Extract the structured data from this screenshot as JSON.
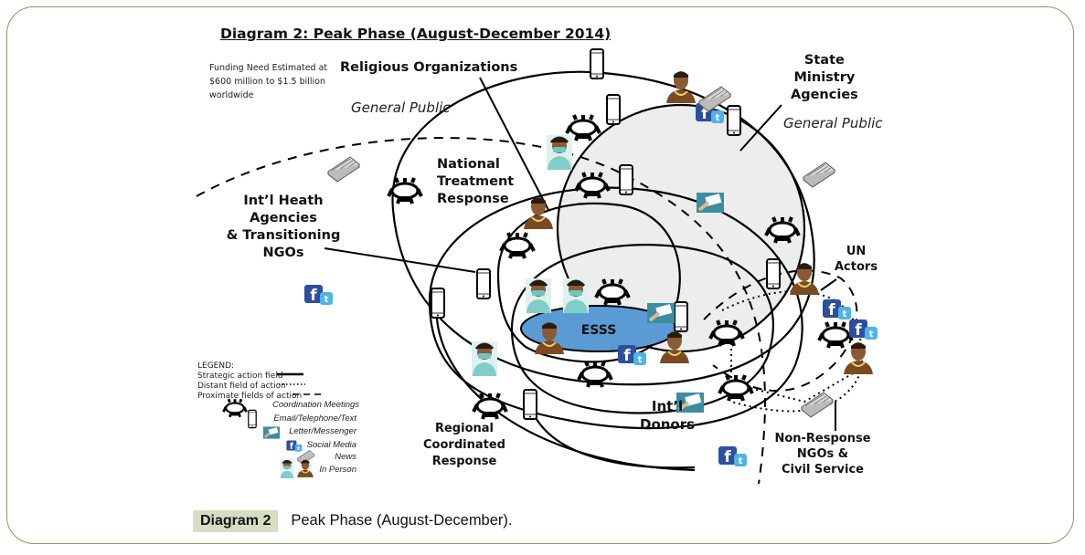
{
  "diagram": {
    "title": "Diagram 2: Peak Phase (August-December 2014)",
    "funding_note": "Funding Need Estimated at $600 million to $1.5 billion worldwide",
    "center_node": "ESSS",
    "actor_labels": {
      "religious_organizations": "Religious Organizations",
      "state_ministry": [
        "State",
        "Ministry",
        "Agencies"
      ],
      "national_treatment": [
        "National",
        "Treatment",
        "Response"
      ],
      "intl_health": [
        "Int’l Heath",
        "Agencies",
        "& Transitioning",
        "NGOs"
      ],
      "un_actors": [
        "UN",
        "Actors"
      ],
      "intl_donors": [
        "Int’l",
        "Donors"
      ],
      "regional": [
        "Regional",
        "Coordinated",
        "Response"
      ],
      "non_response": [
        "Non-Response",
        "NGOs &",
        "Civil Service"
      ]
    },
    "general_public_labels": [
      "General Public",
      "General Public"
    ],
    "legend": {
      "heading": "LEGEND:",
      "line_types": [
        {
          "label": "Strategic action field",
          "style": "solid"
        },
        {
          "label": "Distant field of action",
          "style": "dotted"
        },
        {
          "label": "Proximate fields of action",
          "style": "dashed"
        }
      ],
      "icon_types": [
        {
          "label": "Coordination Meetings",
          "icon": "meeting-table-icon"
        },
        {
          "label": "Email/Telephone/Text",
          "icon": "phone-icon"
        },
        {
          "label": "Letter/Messenger",
          "icon": "letter-icon"
        },
        {
          "label": "Social Media",
          "icon": "social-media-icon"
        },
        {
          "label": "News",
          "icon": "newspaper-icon"
        },
        {
          "label": "In Person",
          "icon": "person-icon"
        }
      ]
    },
    "colors": {
      "frame_border": "#7aa456",
      "caption_tag_bg": "#d5dec4",
      "esss_fill": "#5b9bd5",
      "state_ministry_fill": "#ededed",
      "line": "#000000"
    }
  },
  "caption": {
    "tag": "Diagram 2",
    "text": "Peak Phase (August-December)."
  }
}
